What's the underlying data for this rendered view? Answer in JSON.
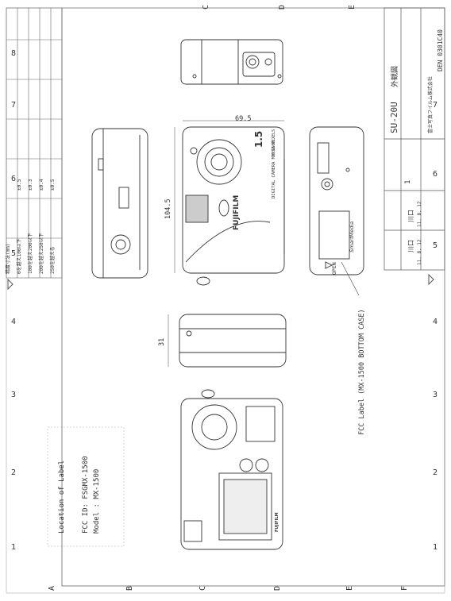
{
  "border": {
    "row_letters": [
      "A",
      "B",
      "C",
      "D",
      "E",
      "F"
    ],
    "col_numbers": [
      "1",
      "2",
      "3",
      "4",
      "5",
      "6",
      "7",
      "8"
    ]
  },
  "label_note": {
    "heading": "Location of Label",
    "fcc_id": "FCC ID: FSGMX-1500",
    "model": "Model : MX-1500"
  },
  "fcc_callout": "FCC Label (MX-1500 BOTTOM CASE)",
  "dimensions": {
    "width": "69.5",
    "height": "104.5",
    "depth": "31"
  },
  "camera_marks": {
    "brand": "FUJIFILM",
    "megapixel": "1.5",
    "mega_text": "MEGA PIXELS",
    "model_line": "DIGITAL CAMERA MX-1500",
    "smartmedia": "SmartMedia",
    "open": "OPEN",
    "brand_lcd": "FUJIFILM"
  },
  "title_block": {
    "part_no": "SU-20U",
    "part_name": "外観図",
    "company": "富士写真フイルム株式会社",
    "drawing_no": "DEN 0301C40",
    "rev": "1",
    "date1": "11. 8. 12",
    "date2": "11. 8. 12",
    "sign1": "川口",
    "sign2": "川口"
  },
  "tolerance_table": {
    "rows": [
      "精度寸法(mm)",
      "0を越え100以下",
      "100を越え200以下",
      "200を越え250以下",
      "250を越える"
    ],
    "values": [
      "±0.5",
      "±0.3",
      "±0.4",
      "±0.5"
    ]
  }
}
